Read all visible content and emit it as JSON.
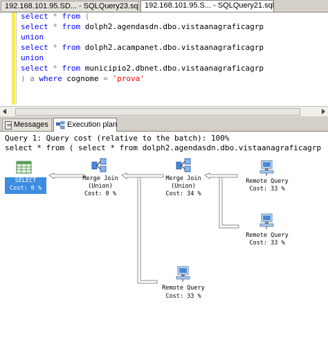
{
  "tabs": [
    {
      "label": "192.168.101.95.SD...",
      "sep": " - ",
      "file": "SQLQuery23.sql"
    },
    {
      "label": "192.168.101.95.S...",
      "sep": " - ",
      "file": "SQLQuery21.sql*"
    }
  ],
  "editor": {
    "lines": [
      {
        "kw": "select",
        "op": " * ",
        "kw2": "from",
        "rest": " ("
      },
      {
        "kw": "select",
        "op": " * ",
        "kw2": "from",
        "rest": " dolph2.agendasdn.dbo.vistaanagraficagrp"
      },
      {
        "kw": "union",
        "op": "",
        "kw2": "",
        "rest": ""
      },
      {
        "kw": "select",
        "op": " * ",
        "kw2": "from",
        "rest": " dolph2.acampanet.dbo.vistaanagraficagrp"
      },
      {
        "kw": "union",
        "op": "",
        "kw2": "",
        "rest": ""
      },
      {
        "kw": "select",
        "op": " * ",
        "kw2": "from",
        "rest": " municipio2.dbnet.dbo.vistaanagraficagrp"
      },
      {
        "pre": ") a ",
        "kw": "where",
        "rest": " cognome ",
        "op": "=",
        "str": " 'prova'"
      }
    ]
  },
  "result_tabs": {
    "messages": "Messages",
    "execution_plan": "Execution plan"
  },
  "plan": {
    "query_cost": "Query 1: Query cost (relative to the batch): 100%",
    "query_text": "select * from ( select * from dolph2.agendasdn.dbo.vistaanagraficagrp",
    "nodes": {
      "select": {
        "name": "SELECT",
        "cost": "Cost: 0 %"
      },
      "merge1": {
        "name": "Merge Join",
        "sub": "(Union)",
        "cost": "Cost: 0 %"
      },
      "merge2": {
        "name": "Merge Join",
        "sub": "(Union)",
        "cost": "Cost: 34 %"
      },
      "remote1": {
        "name": "Remote Query",
        "cost": "Cost: 33 %"
      },
      "remote2": {
        "name": "Remote Query",
        "cost": "Cost: 33 %"
      },
      "remote3": {
        "name": "Remote Query",
        "cost": "Cost: 33 %"
      }
    }
  },
  "icons": [
    "msg-icon",
    "plan-icon",
    "select-icon",
    "merge-join-icon",
    "remote-query-icon"
  ],
  "colors": {
    "keyword": "#0000ff",
    "string": "#ff0000",
    "operator": "#808080",
    "select_highlight": "#3c8ce0"
  }
}
